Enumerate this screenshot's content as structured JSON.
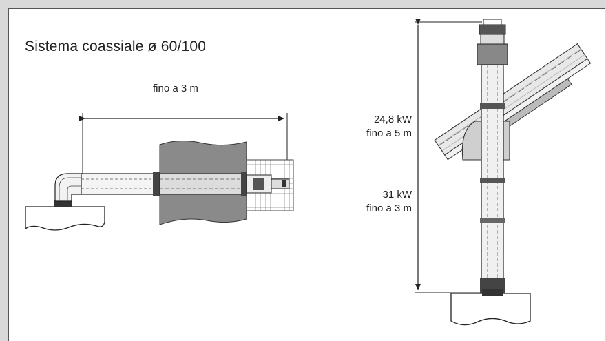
{
  "title": "Sistema coassiale ø 60/100",
  "horizontal": {
    "length_label": "fino a 3 m"
  },
  "vertical": {
    "label_a_power": "24,8 kW",
    "label_a_length": "fino a 5 m",
    "label_b_power": "31 kW",
    "label_b_length": "fino a 3 m"
  },
  "colors": {
    "background": "#d9d9d9",
    "panel": "#ffffff",
    "wall": "#8a8a8a",
    "line": "#222222"
  }
}
